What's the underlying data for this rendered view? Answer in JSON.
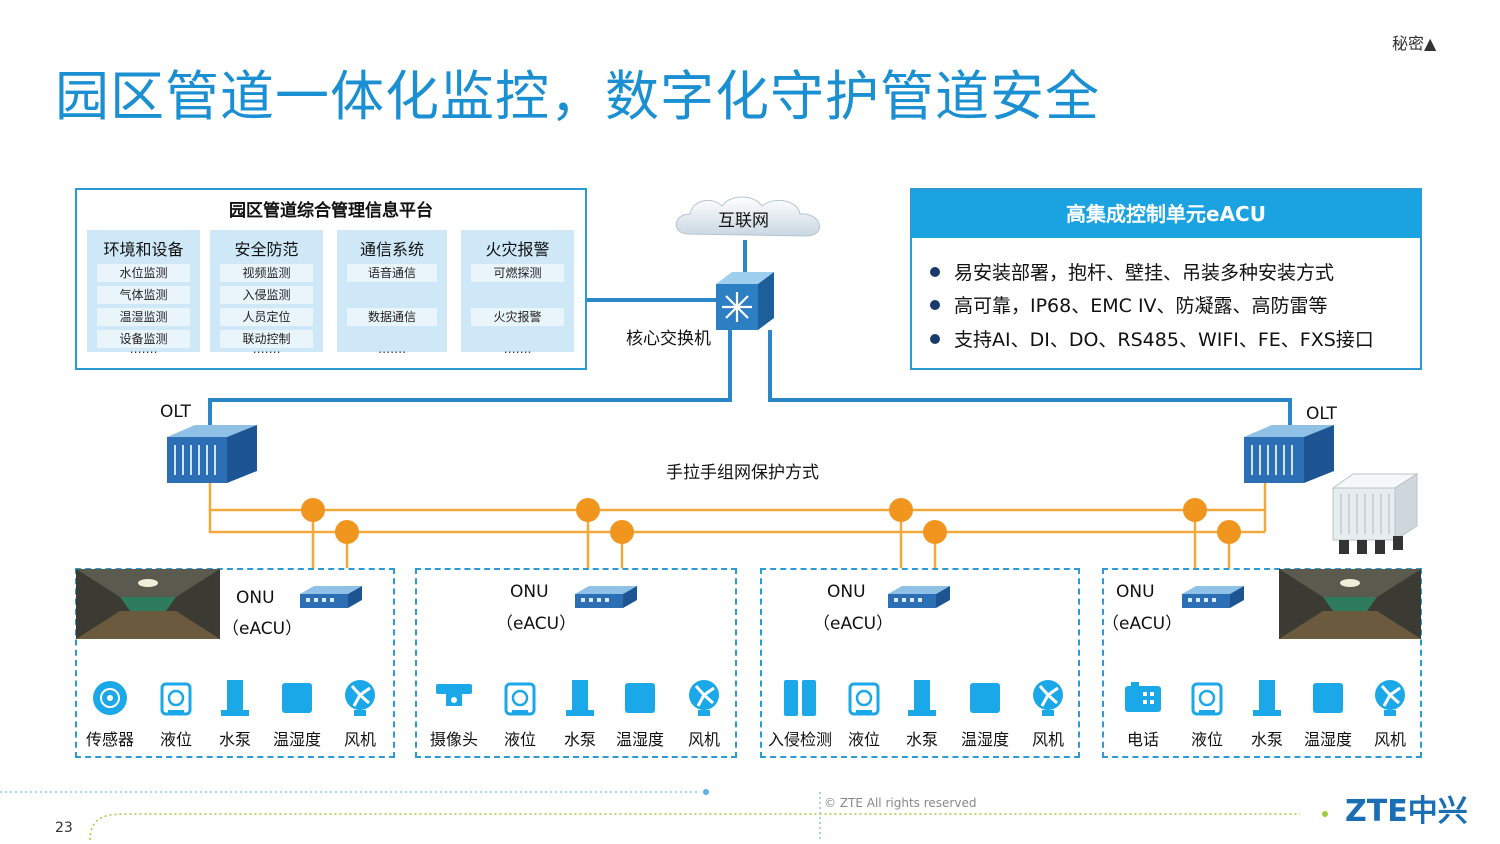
{
  "header": {
    "secret_label": "秘密▲",
    "title": "园区管道一体化监控，数字化守护管道安全"
  },
  "platform": {
    "title": "园区管道综合管理信息平台",
    "categories": [
      {
        "title": "环境和设备",
        "items": [
          "水位监测",
          "气体监测",
          "温湿监测",
          "设备监测"
        ],
        "more": "……."
      },
      {
        "title": "安全防范",
        "items": [
          "视频监测",
          "入侵监测",
          "人员定位",
          "联动控制"
        ],
        "more": "……."
      },
      {
        "title": "通信系统",
        "items": [
          "语音通信",
          "数据通信"
        ],
        "more": "……."
      },
      {
        "title": "火灾报警",
        "items": [
          "可燃探测",
          "火灾报警"
        ],
        "more": "……."
      }
    ]
  },
  "eacu_panel": {
    "title": "高集成控制单元eACU",
    "bullets": [
      "易安装部署，抱杆、壁挂、吊装多种安装方式",
      "高可靠，IP68、EMC IV、防凝露、高防雷等",
      "支持AI、DI、DO、RS485、WIFI、FE、FXS接口"
    ]
  },
  "network": {
    "internet": "互联网",
    "core_switch": "核心交换机",
    "olt_left": "OLT",
    "olt_right": "OLT",
    "protection_mode": "手拉手组网保护方式"
  },
  "zones": [
    {
      "onu_label": "ONU",
      "onu_sub": "（eACU）",
      "devices": [
        "传感器",
        "液位",
        "水泵",
        "温湿度",
        "风机"
      ],
      "icons": [
        "sensor-icon",
        "level-icon",
        "pump-icon",
        "humidity-icon",
        "fan-icon"
      ]
    },
    {
      "onu_label": "ONU",
      "onu_sub": "（eACU）",
      "devices": [
        "摄像头",
        "液位",
        "水泵",
        "温湿度",
        "风机"
      ],
      "icons": [
        "camera-icon",
        "level-icon",
        "pump-icon",
        "humidity-icon",
        "fan-icon"
      ]
    },
    {
      "onu_label": "ONU",
      "onu_sub": "（eACU）",
      "devices": [
        "入侵检测",
        "液位",
        "水泵",
        "温湿度",
        "风机"
      ],
      "icons": [
        "intrusion-icon",
        "level-icon",
        "pump-icon",
        "humidity-icon",
        "fan-icon"
      ]
    },
    {
      "onu_label": "ONU",
      "onu_sub": "（eACU）",
      "devices": [
        "电话",
        "液位",
        "水泵",
        "温湿度",
        "风机"
      ],
      "icons": [
        "phone-icon",
        "level-icon",
        "pump-icon",
        "humidity-icon",
        "fan-icon"
      ]
    }
  ],
  "footer": {
    "copyright": "© ZTE All rights reserved",
    "page_number": "23",
    "logo": "ZTE中兴"
  },
  "colors": {
    "accent": "#1a8fd1",
    "line_blue": "#2b87c8",
    "fiber_orange": "#f2a93b",
    "splitter": "#f0961e",
    "device_blue": "#1ba8e8"
  }
}
